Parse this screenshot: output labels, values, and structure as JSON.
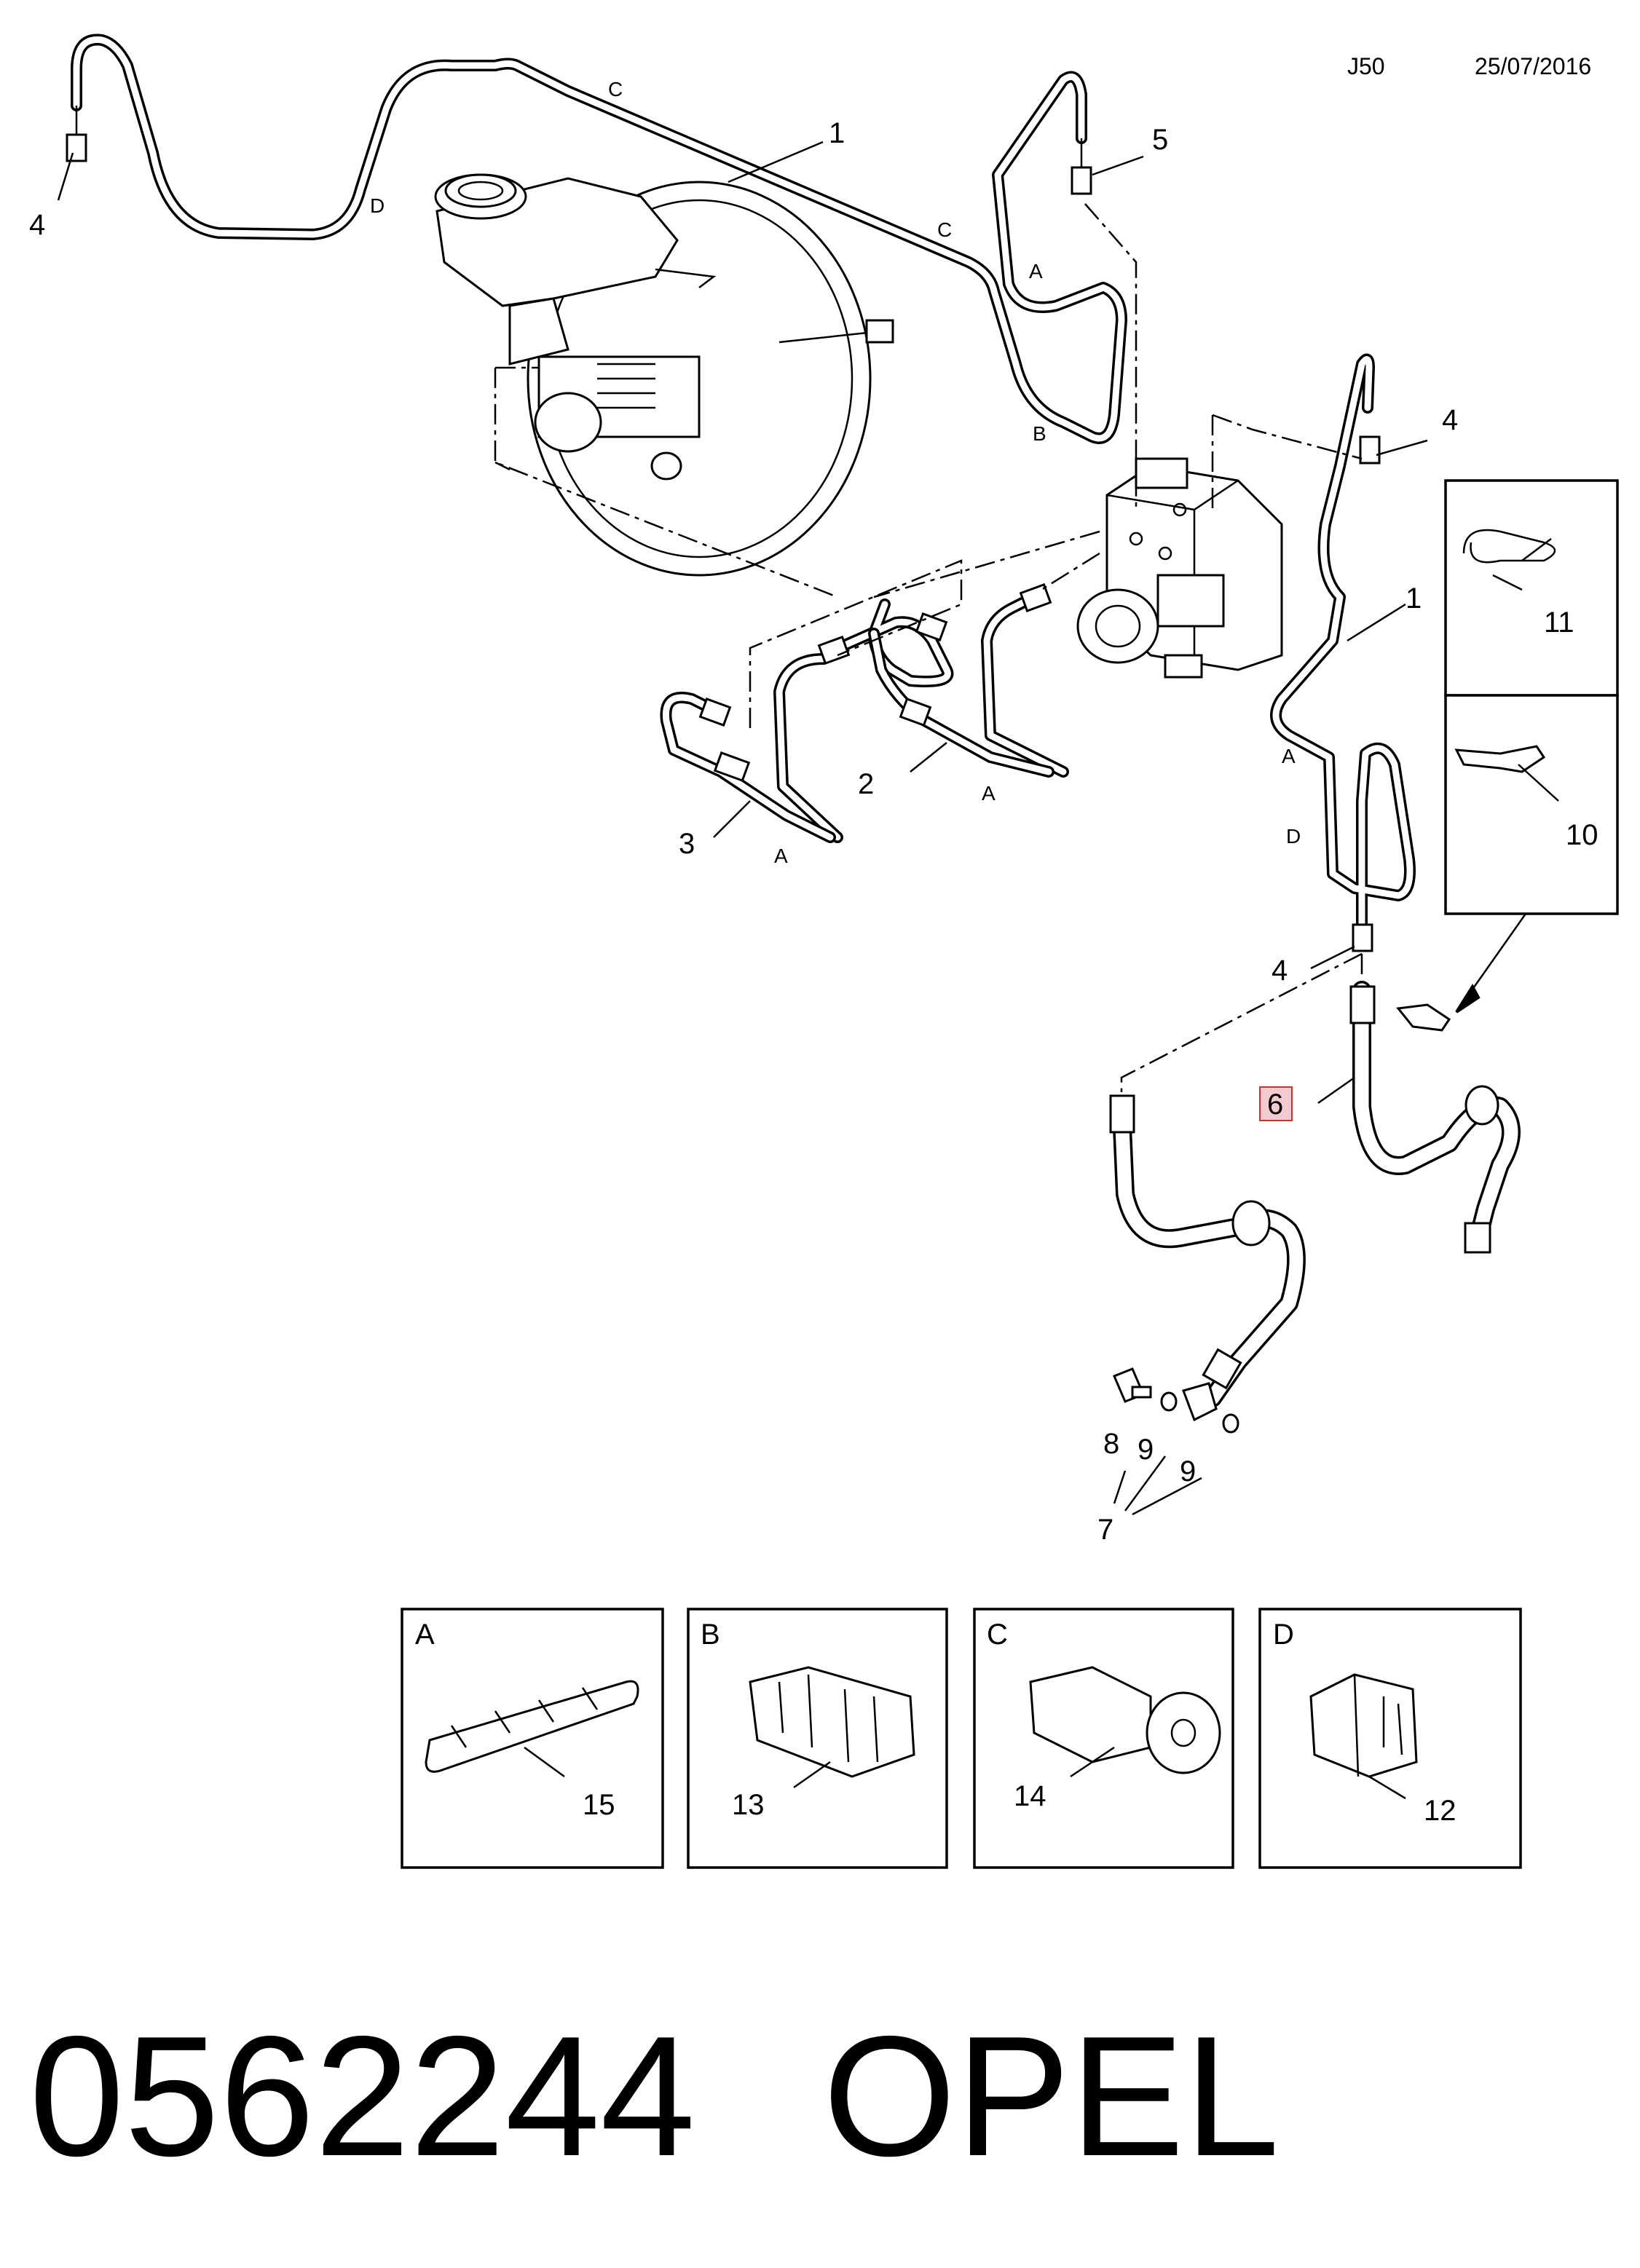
{
  "header": {
    "code": "J50",
    "date": "25/07/2016"
  },
  "footer": {
    "part_number": "0562244",
    "brand": "OPEL"
  },
  "callouts": {
    "c1a": "1",
    "c1b": "1",
    "c2": "2",
    "c3": "3",
    "c4a": "4",
    "c4b": "4",
    "c4c": "4",
    "c5": "5",
    "c6": "6",
    "c7": "7",
    "c8": "8",
    "c9a": "9",
    "c9b": "9",
    "c10": "10",
    "c11": "11"
  },
  "clip_letters": {
    "d1": "D",
    "c1": "C",
    "c2": "C",
    "a1": "A",
    "b1": "B",
    "a2": "A",
    "a3": "A",
    "a4": "A",
    "d2": "D"
  },
  "detail_boxes": [
    {
      "letter": "A",
      "number": "15"
    },
    {
      "letter": "B",
      "number": "13"
    },
    {
      "letter": "C",
      "number": "14"
    },
    {
      "letter": "D",
      "number": "12"
    }
  ],
  "highlight_color": "#f4c9cf",
  "highlight_border": "#c0392b"
}
